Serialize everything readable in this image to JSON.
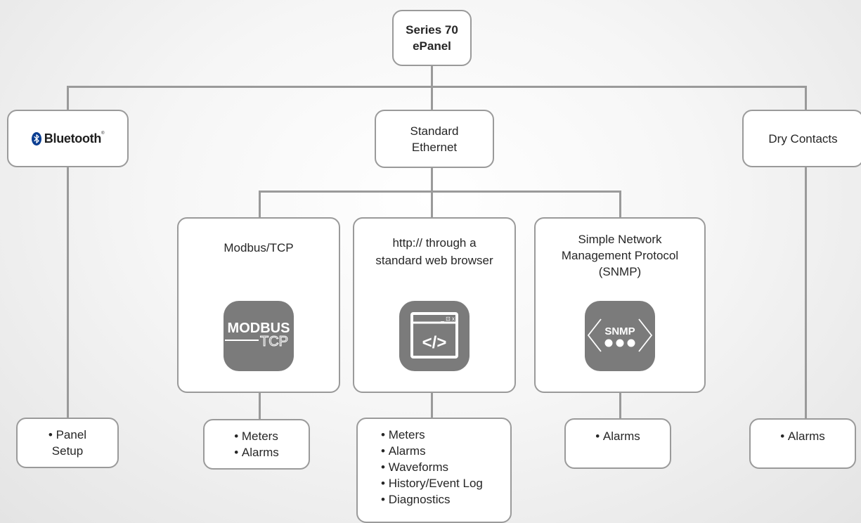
{
  "root": {
    "line1": "Series 70",
    "line2": "ePanel"
  },
  "bluetooth": {
    "label": "Bluetooth",
    "reg": "®",
    "icon": "bluetooth-icon"
  },
  "ethernet": {
    "line1": "Standard",
    "line2": "Ethernet"
  },
  "dry_contacts": {
    "label": "Dry Contacts"
  },
  "modbus": {
    "label": "Modbus/TCP",
    "icon_text_top": "MODBUS",
    "icon_text_bottom": "TCP"
  },
  "http": {
    "line1": "http:// through a",
    "line2": "standard web browser",
    "icon_tag": "</>",
    "icon_window_controls": "_ ⊡ x"
  },
  "snmp": {
    "line1": "Simple Network",
    "line2": "Management Protocol",
    "line3": "(SNMP)",
    "icon_text": "SNMP"
  },
  "outputs": {
    "bluetooth": {
      "line1": "• Panel",
      "line2": "Setup"
    },
    "modbus": [
      "Meters",
      "Alarms"
    ],
    "http": [
      "Meters",
      "Alarms",
      "Waveforms",
      "History/Event Log",
      "Diagnostics"
    ],
    "snmp": [
      "Alarms"
    ],
    "dry_contacts": [
      "Alarms"
    ]
  },
  "colors": {
    "line": "#9a9a9a",
    "icon_tile": "#7b7b7b",
    "border": "#9a9a9a",
    "text": "#262626"
  }
}
